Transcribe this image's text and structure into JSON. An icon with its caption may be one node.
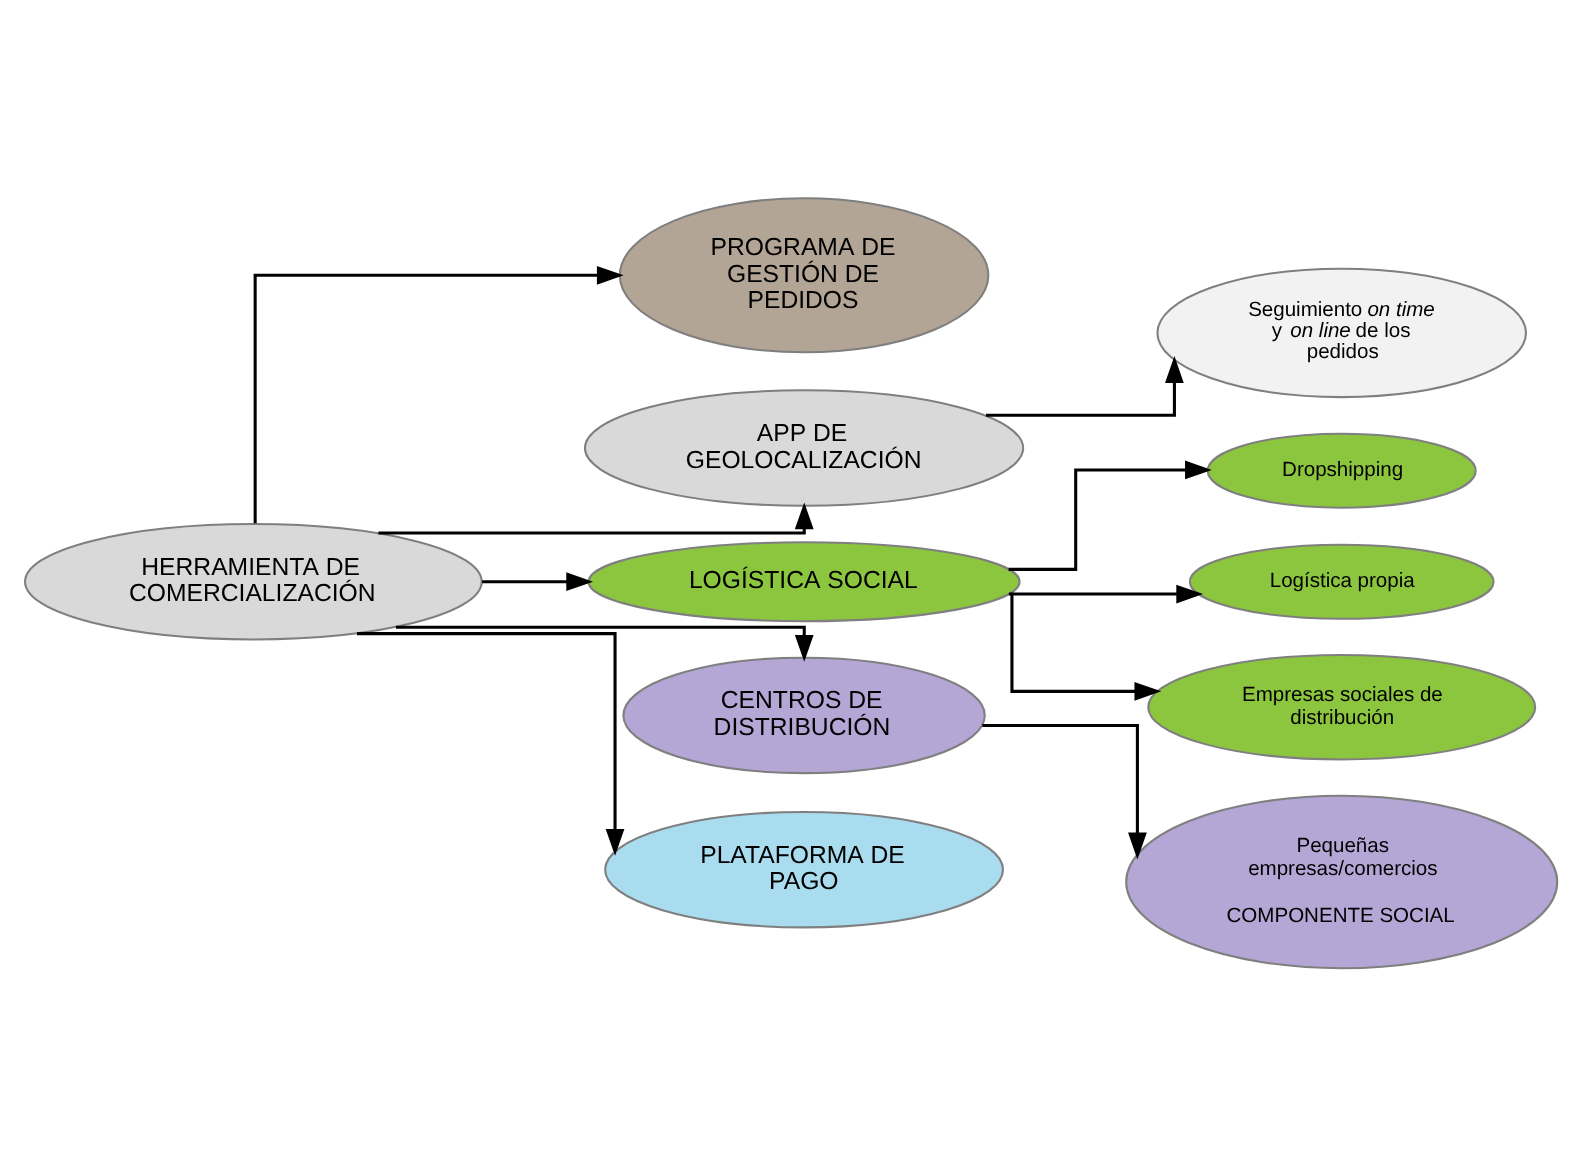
{
  "diagram": {
    "nodes": [
      {
        "text": [
          "HERRAMIENTA DE COMERCIALIZACIÓN"
        ]
      },
      {
        "text": [
          "PROGRAMA DE GESTIÓN DE PEDIDOS"
        ]
      },
      {
        "text": [
          "APP DE GEOLOCALIZACIÓN"
        ]
      },
      {
        "text": [
          "Seguimiento *on time* y *on line* de los pedidos"
        ]
      },
      {
        "text": [
          "LOGÍSTICA SOCIAL"
        ]
      },
      {
        "text": [
          "Dropshipping"
        ]
      },
      {
        "text": [
          "Logística propia"
        ]
      },
      {
        "text": [
          "Empresas sociales de distribución"
        ]
      },
      {
        "text": [
          "CENTROS DE DISTRIBUCIÓN"
        ]
      },
      {
        "text": [
          "Pequeñas empresas/comercios",
          "COMPONENTE SOCIAL"
        ]
      },
      {
        "text": [
          "PLATAFORMA DE PAGO"
        ]
      }
    ],
    "edges": [
      {
        "from": 0,
        "to": 1,
        "arrow": "to"
      },
      {
        "from": 0,
        "to": 2,
        "arrow": "to"
      },
      {
        "from": 0,
        "to": 4,
        "arrow": "to"
      },
      {
        "from": 0,
        "to": 8,
        "arrow": "to"
      },
      {
        "from": 0,
        "to": 10,
        "arrow": "to"
      },
      {
        "from": 2,
        "to": 3,
        "arrow": "to"
      },
      {
        "from": 4,
        "to": 5,
        "arrow": "to"
      },
      {
        "from": 4,
        "to": 6,
        "arrow": "to"
      },
      {
        "from": 4,
        "to": 7,
        "arrow": "to"
      },
      {
        "from": 8,
        "to": 9,
        "arrow": "to"
      }
    ]
  }
}
